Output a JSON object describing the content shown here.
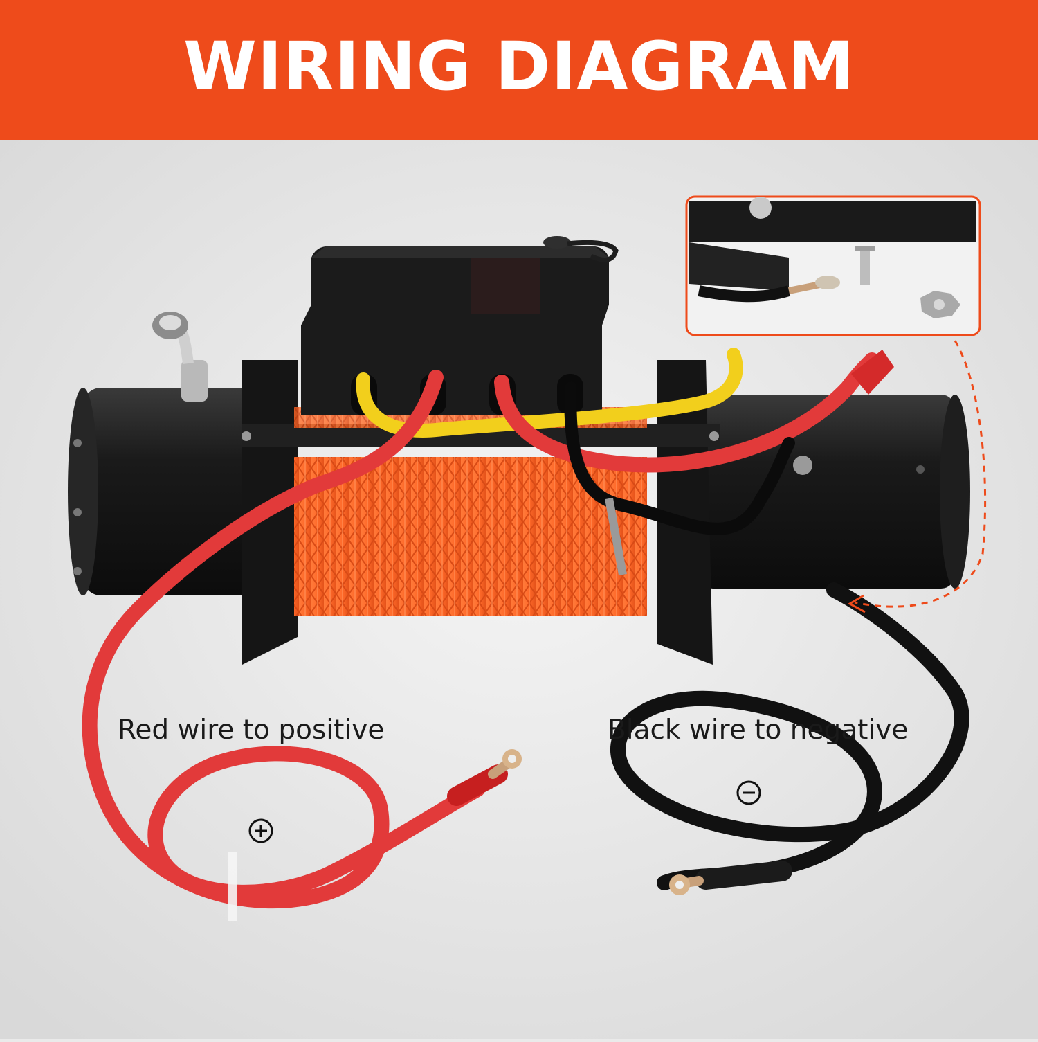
{
  "header": {
    "title": "WIRING DIAGRAM",
    "background_color": "#ee4b1b",
    "text_color": "#ffffff"
  },
  "components": {
    "winch": "winch-motor",
    "control_box": "control-box",
    "rope": "synthetic-rope-orange",
    "positive_cable_color": "#e23a3a",
    "negative_cable_color": "#111111",
    "jumper_cable_color": "#f2cf1c"
  },
  "inset": {
    "description_icon": "ground-terminal-connection",
    "border_color": "#ee4b1b",
    "leader_style": "dashed-arrow"
  },
  "symbols": {
    "positive": "plus-circle-icon",
    "negative": "minus-circle-icon"
  },
  "captions": {
    "positive": "Red wire to positive",
    "negative": "Black wire to negative"
  }
}
